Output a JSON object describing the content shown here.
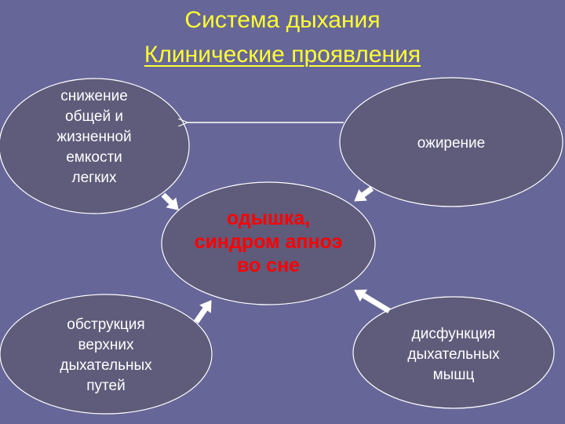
{
  "slide": {
    "title_line1": "Система дыхания",
    "title_line2": "Клинические проявления"
  },
  "colors": {
    "background": "#666699",
    "node_fill": "#5F5B7A",
    "node_outline": "#FFFFFF",
    "title_text": "#FFFF33",
    "node_text": "#FFFFFF",
    "center_text": "#FF0000",
    "arrow": "#FFFFFF"
  },
  "nodes": {
    "top_left": {
      "lines": [
        "снижение",
        "общей и",
        "жизненной",
        "емкости",
        "легких"
      ]
    },
    "top_right": {
      "lines": [
        "ожирение"
      ]
    },
    "center": {
      "lines": [
        "одышка,",
        "синдром апноэ",
        "во сне"
      ]
    },
    "bottom_left": {
      "lines": [
        "обструкция",
        "верхних",
        "дыхательных",
        "путей"
      ]
    },
    "bottom_right": {
      "lines": [
        "дисфункция",
        "дыхательных",
        "мышц"
      ]
    }
  },
  "edges": [
    {
      "from": "top_right",
      "to": "top_left",
      "style": "thin"
    },
    {
      "from": "top_left",
      "to": "center",
      "style": "block"
    },
    {
      "from": "top_right",
      "to": "center",
      "style": "block"
    },
    {
      "from": "bottom_left",
      "to": "center",
      "style": "block"
    },
    {
      "from": "bottom_right",
      "to": "center",
      "style": "block"
    }
  ]
}
